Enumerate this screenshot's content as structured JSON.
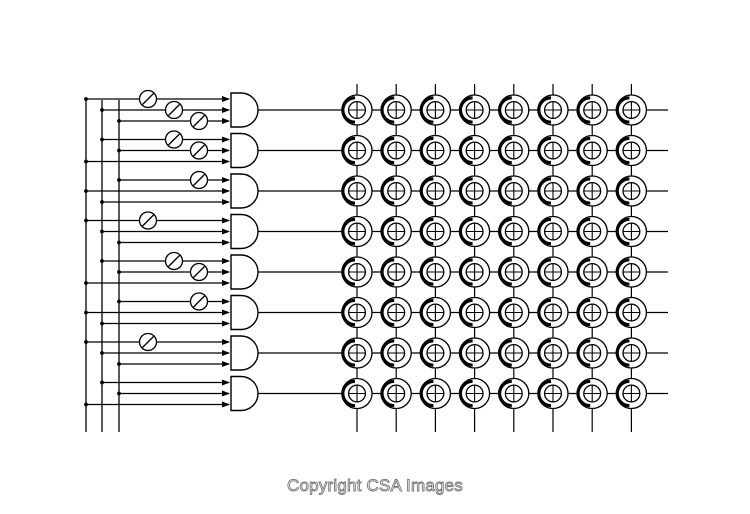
{
  "diagram": {
    "kind": "decoder-driven indicator matrix",
    "grid": {
      "rows": 8,
      "columns": 8
    },
    "gates": {
      "count": 8,
      "inputs_per_gate": 3
    },
    "bus": {
      "line_count": 3
    },
    "inverter_marks_per_row": [
      3,
      2,
      1,
      1,
      2,
      1,
      1,
      0
    ],
    "colors": {
      "stroke": "#000000",
      "background": "#ffffff",
      "watermark_outline": "#777777"
    }
  },
  "watermark": {
    "text": "Copyright CSA Images"
  }
}
